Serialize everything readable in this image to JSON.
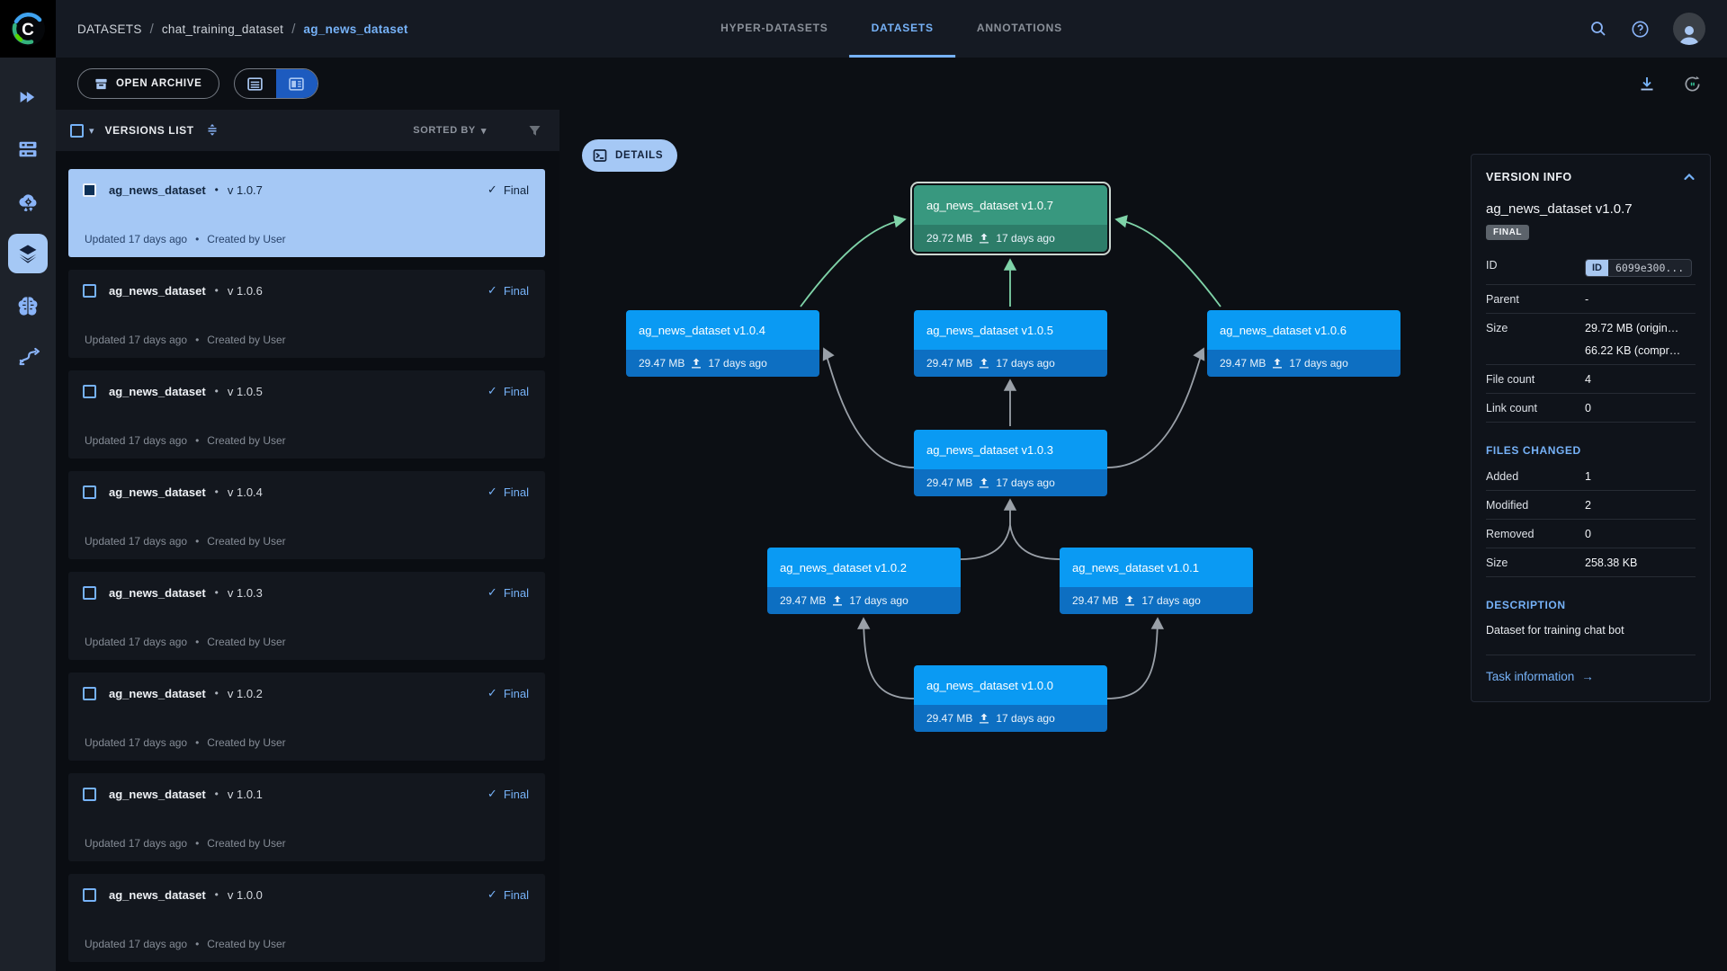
{
  "icons": {
    "check": "✓",
    "caret_down": "▾",
    "bullet": "•",
    "arrow_right": "→"
  },
  "header": {
    "breadcrumb": {
      "root": "DATASETS",
      "sep": "/",
      "project": "chat_training_dataset",
      "dataset": "ag_news_dataset"
    },
    "tabs": {
      "hyper": "HYPER-DATASETS",
      "datasets": "DATASETS",
      "annotations": "ANNOTATIONS"
    }
  },
  "toolbar": {
    "open_archive": "OPEN ARCHIVE"
  },
  "versions_panel": {
    "title": "VERSIONS LIST",
    "sorted_by": "SORTED BY",
    "items": [
      {
        "name": "ag_news_dataset",
        "version": "v 1.0.7",
        "status": "Final",
        "updated": "Updated 17 days ago",
        "created": "Created by User"
      },
      {
        "name": "ag_news_dataset",
        "version": "v 1.0.6",
        "status": "Final",
        "updated": "Updated 17 days ago",
        "created": "Created by User"
      },
      {
        "name": "ag_news_dataset",
        "version": "v 1.0.5",
        "status": "Final",
        "updated": "Updated 17 days ago",
        "created": "Created by User"
      },
      {
        "name": "ag_news_dataset",
        "version": "v 1.0.4",
        "status": "Final",
        "updated": "Updated 17 days ago",
        "created": "Created by User"
      },
      {
        "name": "ag_news_dataset",
        "version": "v 1.0.3",
        "status": "Final",
        "updated": "Updated 17 days ago",
        "created": "Created by User"
      },
      {
        "name": "ag_news_dataset",
        "version": "v 1.0.2",
        "status": "Final",
        "updated": "Updated 17 days ago",
        "created": "Created by User"
      },
      {
        "name": "ag_news_dataset",
        "version": "v 1.0.1",
        "status": "Final",
        "updated": "Updated 17 days ago",
        "created": "Created by User"
      },
      {
        "name": "ag_news_dataset",
        "version": "v 1.0.0",
        "status": "Final",
        "updated": "Updated 17 days ago",
        "created": "Created by User"
      }
    ]
  },
  "graph": {
    "details": "DETAILS",
    "nodes": [
      {
        "label": "ag_news_dataset v1.0.7",
        "size": "29.72 MB",
        "age": "17 days ago"
      },
      {
        "label": "ag_news_dataset v1.0.4",
        "size": "29.47 MB",
        "age": "17 days ago"
      },
      {
        "label": "ag_news_dataset v1.0.5",
        "size": "29.47 MB",
        "age": "17 days ago"
      },
      {
        "label": "ag_news_dataset v1.0.6",
        "size": "29.47 MB",
        "age": "17 days ago"
      },
      {
        "label": "ag_news_dataset v1.0.3",
        "size": "29.47 MB",
        "age": "17 days ago"
      },
      {
        "label": "ag_news_dataset v1.0.2",
        "size": "29.47 MB",
        "age": "17 days ago"
      },
      {
        "label": "ag_news_dataset v1.0.1",
        "size": "29.47 MB",
        "age": "17 days ago"
      },
      {
        "label": "ag_news_dataset v1.0.0",
        "size": "29.47 MB",
        "age": "17 days ago"
      }
    ]
  },
  "version_info": {
    "title": "VERSION INFO",
    "name": "ag_news_dataset v1.0.7",
    "badge": "FINAL",
    "id_label": "ID",
    "id_badge": "ID",
    "id_value": "6099e300...",
    "parent_label": "Parent",
    "parent_value": "-",
    "size_label": "Size",
    "size_original": "29.72 MB (origin…",
    "size_compressed": "66.22 KB (compr…",
    "file_count_label": "File count",
    "file_count": "4",
    "link_count_label": "Link count",
    "link_count": "0",
    "files_changed_title": "FILES CHANGED",
    "added_label": "Added",
    "added": "1",
    "modified_label": "Modified",
    "modified": "2",
    "removed_label": "Removed",
    "removed": "0",
    "size_changed_label": "Size",
    "size_changed": "258.38 KB",
    "description_title": "DESCRIPTION",
    "description": "Dataset for training chat bot",
    "task_link": "Task information"
  },
  "colors": {
    "accent": "#76b2f8",
    "node_blue": "#0a9af3",
    "node_blue_strip": "#0d6fc2",
    "node_green": "#38987f",
    "node_green_strip": "#2d7d69",
    "selected_item": "#a5c8f5",
    "edge_gray": "#9aa0a8",
    "edge_green": "#7fd3a8"
  }
}
